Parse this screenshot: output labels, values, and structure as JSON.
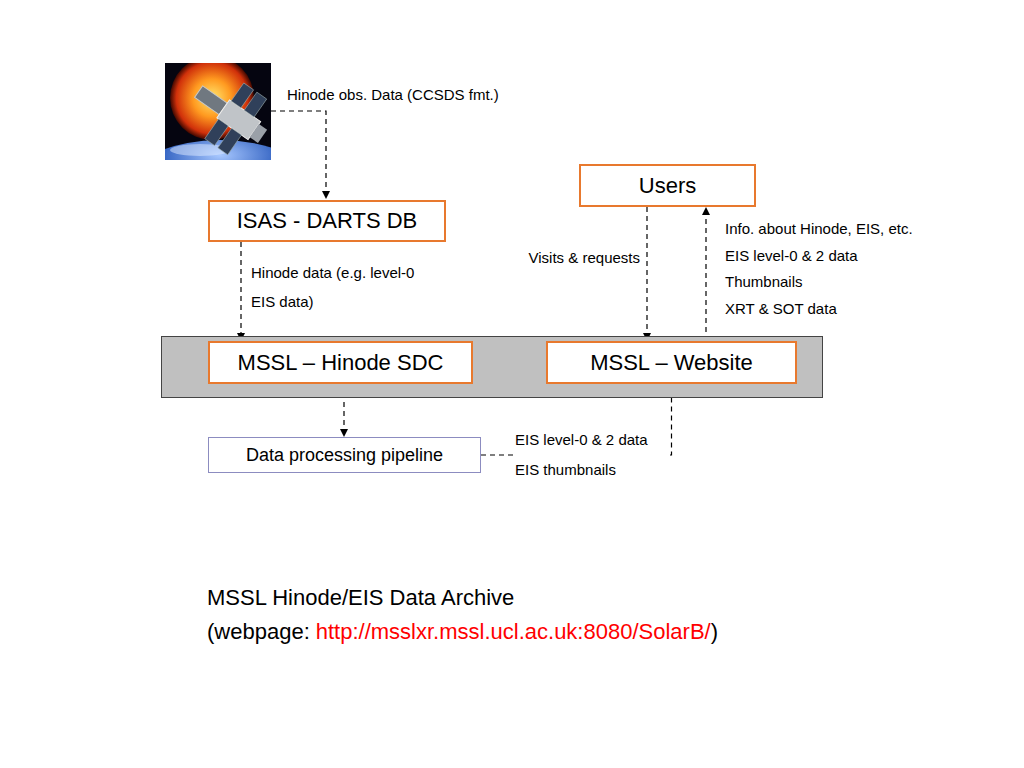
{
  "diagram": {
    "nodes": [
      {
        "text": [
          "ISAS - DARTS DB"
        ]
      },
      {
        "text": [
          "Users"
        ]
      },
      {
        "text": []
      },
      {
        "text": [
          "MSSL – Hinode SDC"
        ],
        "in": 2
      },
      {
        "text": [
          "MSSL – Website"
        ],
        "in": 2
      },
      {
        "text": [
          "Data processing pipeline"
        ]
      }
    ],
    "edges": [
      {
        "from": 0,
        "to": 3,
        "arrow": "to",
        "label": "Hinode data (e.g. level-0 EIS data)"
      },
      {
        "from": 1,
        "to": 4,
        "arrow": "to",
        "label": "Visits & requests"
      },
      {
        "from": 4,
        "to": 1,
        "arrow": "to"
      },
      {
        "from": 3,
        "to": 4,
        "arrow": "both"
      },
      {
        "from": 3,
        "to": 5,
        "arrow": "to"
      },
      {
        "from": 5,
        "to": 4,
        "arrow": "to",
        "label": "EIS level-0 & 2 data EIS thumbnails"
      }
    ],
    "labels": [
      "Hinode obs. Data (CCSDS fmt.)",
      "Info. about Hinode, EIS, etc.",
      "EIS level-0 & 2 data",
      "Thumbnails",
      "XRT & SOT data",
      "MSSL Hinode/EIS Data Archive",
      "(webpage:",
      "http://msslxr.mssl.ucl.ac.uk:8080/SolarB/",
      ")"
    ]
  }
}
